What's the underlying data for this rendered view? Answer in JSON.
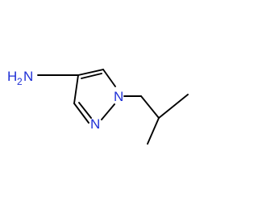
{
  "molecule": {
    "atoms": {
      "amine_h": "H",
      "amine_sub": "2",
      "amine_n": "N",
      "ring_n1": "N",
      "ring_n2": "N"
    },
    "colors": {
      "bond": "#000000",
      "nitrogen": "#1e2fd6",
      "background": "#ffffff"
    }
  }
}
